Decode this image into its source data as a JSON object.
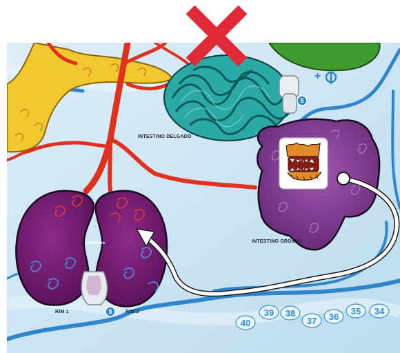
{
  "board": {
    "organs": {
      "small_intestine": "INTESTINO DELGADO",
      "large_intestine": "INTESTINO GROSSO",
      "kidney_left": "RIM 1",
      "kidney_right": "RIM 2",
      "kidney_center": "alimentos"
    },
    "track_numbers": [
      "40",
      "39",
      "38",
      "37",
      "36",
      "35",
      "34"
    ],
    "badges": {
      "intestine_slot": "5",
      "kidney_slot": "5",
      "plus_symbol": "+"
    },
    "colors": {
      "background": "#ffffff",
      "board_water": "#cfe7f5",
      "artery": "#e0301e",
      "vein": "#2f86cc",
      "cross_mark": "#e02a35",
      "kidney": "#7a1a78",
      "large_intestine": "#8a3d9a",
      "small_intestine": "#2aa9a7",
      "stomach": "#f0c52a"
    }
  },
  "overlay": {
    "mark": "cross-icon"
  },
  "arrow": {
    "from": "large-intestine-card",
    "to": "right-kidney",
    "color": "#ffffff"
  }
}
